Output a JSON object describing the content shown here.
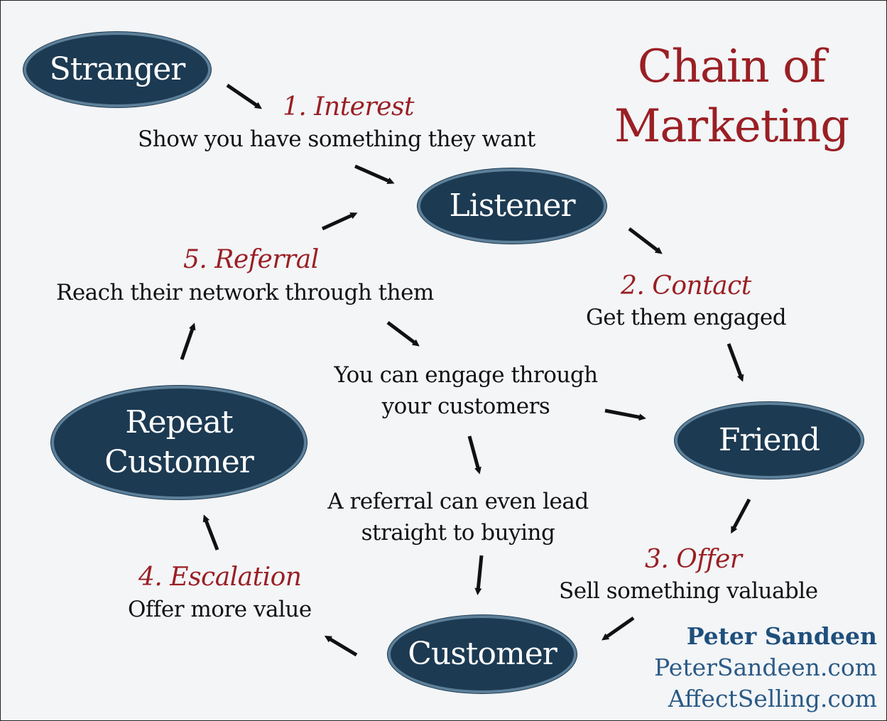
{
  "title": {
    "line1": "Chain of",
    "line2": "Marketing"
  },
  "nodes": {
    "stranger": "Stranger",
    "listener": "Listener",
    "friend": "Friend",
    "customer": "Customer",
    "repeat_customer": "Repeat\nCustomer"
  },
  "steps": {
    "interest": {
      "title": "1. Interest",
      "desc": "Show you have something they want"
    },
    "contact": {
      "title": "2. Contact",
      "desc": "Get them engaged"
    },
    "offer": {
      "title": "3. Offer",
      "desc": "Sell something valuable"
    },
    "escalation": {
      "title": "4. Escalation",
      "desc": "Offer more value"
    },
    "referral": {
      "title": "5. Referral",
      "desc": "Reach their network through them"
    }
  },
  "notes": {
    "engage": "You can engage through\nyour customers",
    "buying": "A referral can even lead\nstraight to buying"
  },
  "credits": {
    "name": "Peter Sandeen",
    "site1": "PeterSandeen.com",
    "site2": "AffectSelling.com"
  },
  "colors": {
    "node_fill": "#1c3a52",
    "node_border": "#5d7f98",
    "accent_red": "#9a1f24",
    "credit_blue": "#2b5a86",
    "background": "#f3f5f7"
  }
}
